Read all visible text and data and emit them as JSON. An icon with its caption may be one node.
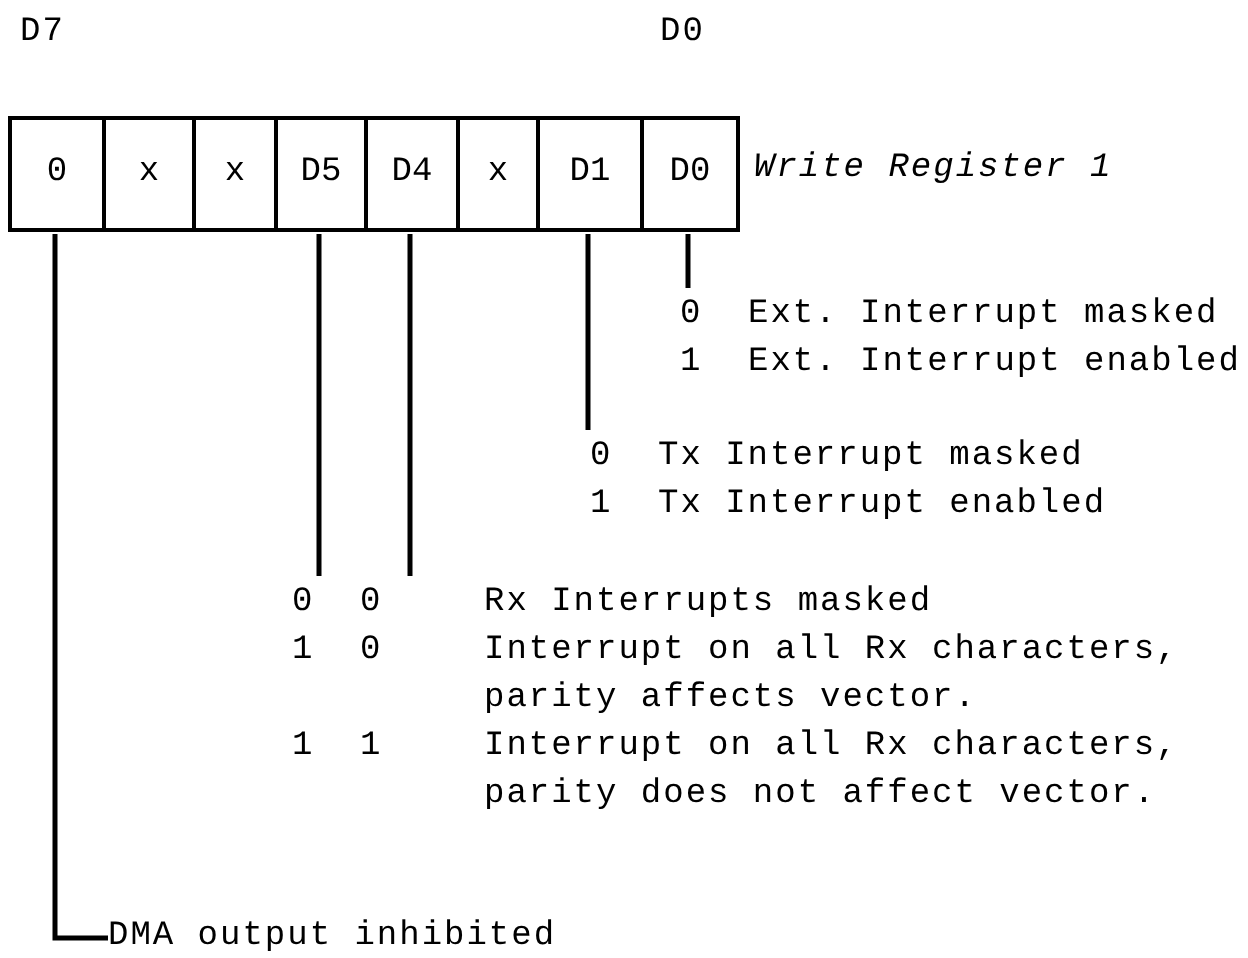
{
  "diagram": {
    "nodes": [
      {
        "text": [
          "0"
        ]
      },
      {
        "text": [
          "x"
        ]
      },
      {
        "text": [
          "x"
        ]
      },
      {
        "text": [
          "D5"
        ]
      },
      {
        "text": [
          "D4"
        ]
      },
      {
        "text": [
          "x"
        ]
      },
      {
        "text": [
          "D1"
        ]
      },
      {
        "text": [
          "D0"
        ]
      },
      {
        "text": [
          "0",
          "Ext. Interrupt masked",
          "1",
          "Ext. Interrupt enabled"
        ]
      },
      {
        "text": [
          "0",
          "Tx Interrupt masked",
          "1",
          "Tx Interrupt enabled"
        ]
      },
      {
        "text": [
          "0",
          "0",
          "Rx Interrupts masked",
          "1",
          "0",
          "Interrupt on all Rx characters, parity affects vector.",
          "1",
          "1",
          "Interrupt on all Rx characters, parity does not affect vector."
        ]
      },
      {
        "text": [
          "DMA output inhibited"
        ]
      }
    ],
    "edges": [
      {
        "from": 7,
        "to": 8,
        "arrow": "none"
      },
      {
        "from": 6,
        "to": 9,
        "arrow": "none"
      },
      {
        "from": 3,
        "to": 10,
        "arrow": "none"
      },
      {
        "from": 4,
        "to": 10,
        "arrow": "none"
      },
      {
        "from": 0,
        "to": 11,
        "arrow": "none"
      }
    ],
    "labels": [
      "D7",
      "D0",
      "Write Register 1"
    ]
  }
}
